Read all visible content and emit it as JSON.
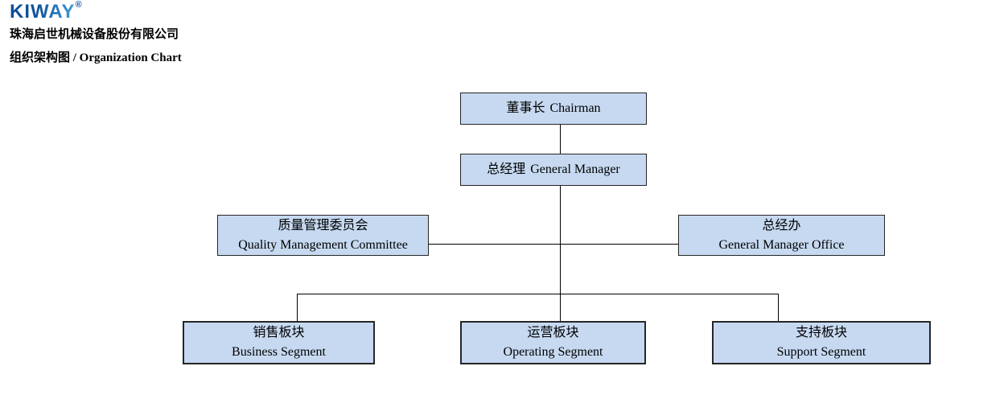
{
  "header": {
    "logo_text": "KIWAY",
    "logo_reg": "®",
    "company_name": "珠海启世机械设备股份有限公司",
    "chart_title": "组织架构图 / Organization Chart"
  },
  "colors": {
    "background": "#ffffff",
    "box_fill": "#c6d9f1",
    "box_border": "#262626",
    "connector": "#000000",
    "text": "#000000",
    "logo_blue": "#0f519f"
  },
  "org": {
    "chairman": {
      "label_zh": "董事长",
      "label_en": "Chairman"
    },
    "general_manager": {
      "label_zh": "总经理",
      "label_en": "General Manager"
    },
    "quality_committee": {
      "label_zh": "质量管理委员会",
      "label_en": "Quality Management Committee"
    },
    "gm_office": {
      "label_zh": "总经办",
      "label_en": "General Manager Office"
    },
    "business_segment": {
      "label_zh": "销售板块",
      "label_en": "Business Segment"
    },
    "operating_segment": {
      "label_zh": "运营板块",
      "label_en": "Operating Segment"
    },
    "support_segment": {
      "label_zh": "支持板块",
      "label_en": "Support Segment"
    }
  }
}
